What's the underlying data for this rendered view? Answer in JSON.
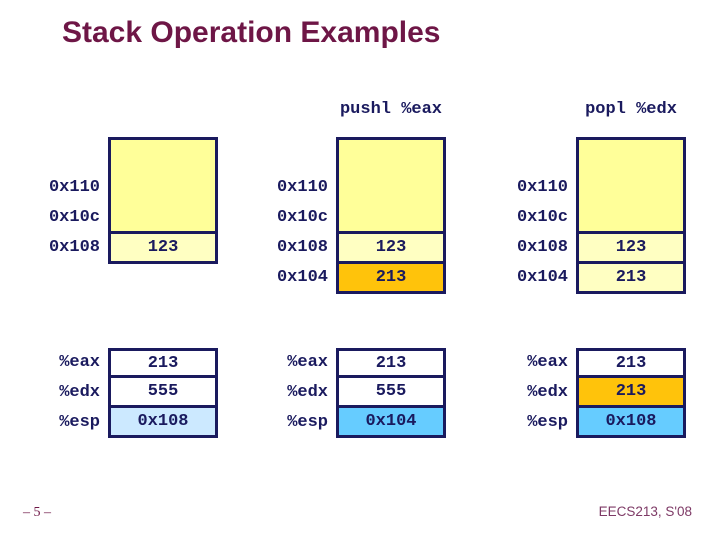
{
  "title": "Stack Operation Examples",
  "footer": {
    "page": "– 5 –",
    "course": "EECS213, S'08"
  },
  "colors": {
    "title_maroon": "#6E1646",
    "navy": "#1A1A5E",
    "stack_yellow": "#FFFF99",
    "value_yellow_pale": "#FFFFC2",
    "highlight_orange": "#FFC30B",
    "highlight_blue": "#66CCFF",
    "highlight_blue_pale": "#CCE9FF"
  },
  "columns": [
    {
      "id": "initial",
      "op": "",
      "stack": {
        "addresses": [
          "0x110",
          "0x10c",
          "0x108"
        ],
        "values": [
          "123"
        ],
        "value_highlights": [
          "none"
        ]
      },
      "registers": [
        {
          "name": "%eax",
          "value": "213",
          "highlight": "none"
        },
        {
          "name": "%edx",
          "value": "555",
          "highlight": "none"
        },
        {
          "name": "%esp",
          "value": "0x108",
          "highlight": "blue-pale"
        }
      ]
    },
    {
      "id": "after-push",
      "op": "pushl %eax",
      "stack": {
        "addresses": [
          "0x110",
          "0x10c",
          "0x108",
          "0x104"
        ],
        "values": [
          "123",
          "213"
        ],
        "value_highlights": [
          "none",
          "orange"
        ]
      },
      "registers": [
        {
          "name": "%eax",
          "value": "213",
          "highlight": "none"
        },
        {
          "name": "%edx",
          "value": "555",
          "highlight": "none"
        },
        {
          "name": "%esp",
          "value": "0x104",
          "highlight": "blue"
        }
      ]
    },
    {
      "id": "after-pop",
      "op": "popl %edx",
      "stack": {
        "addresses": [
          "0x110",
          "0x10c",
          "0x108",
          "0x104"
        ],
        "values": [
          "123",
          "213"
        ],
        "value_highlights": [
          "none",
          "none"
        ]
      },
      "registers": [
        {
          "name": "%eax",
          "value": "213",
          "highlight": "none"
        },
        {
          "name": "%edx",
          "value": "213",
          "highlight": "orange"
        },
        {
          "name": "%esp",
          "value": "0x108",
          "highlight": "blue"
        }
      ]
    }
  ]
}
